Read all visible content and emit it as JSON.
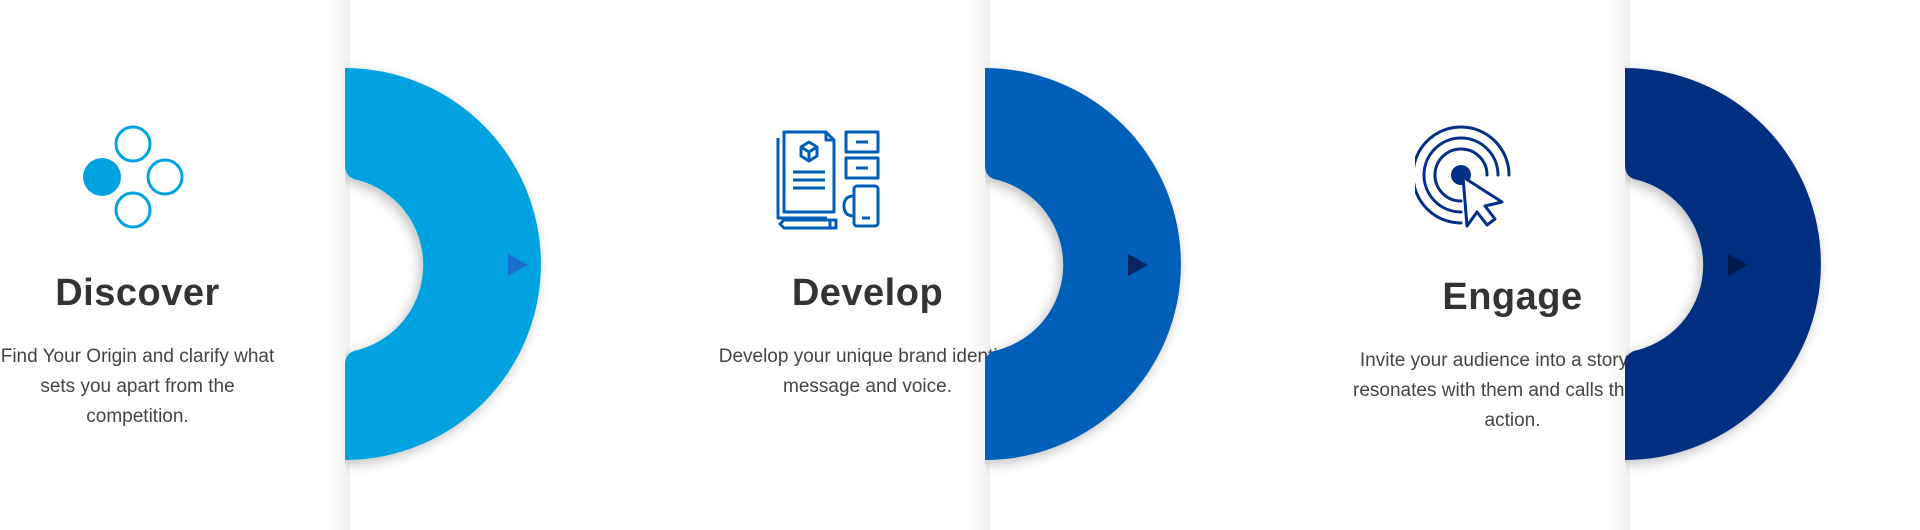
{
  "steps": [
    {
      "title": "Discover",
      "description": "Find Your Origin and clarify what sets you apart from the competition.",
      "icon": "circles-icon",
      "color": "#00a3e0"
    },
    {
      "title": "Develop",
      "description": "Develop your unique brand identity, message and voice.",
      "icon": "brand-identity-icon",
      "color": "#005eb8"
    },
    {
      "title": "Engage",
      "description": "Invite your audience into a story that resonates with them and calls them to action.",
      "icon": "target-click-icon",
      "color": "#002d80"
    }
  ]
}
